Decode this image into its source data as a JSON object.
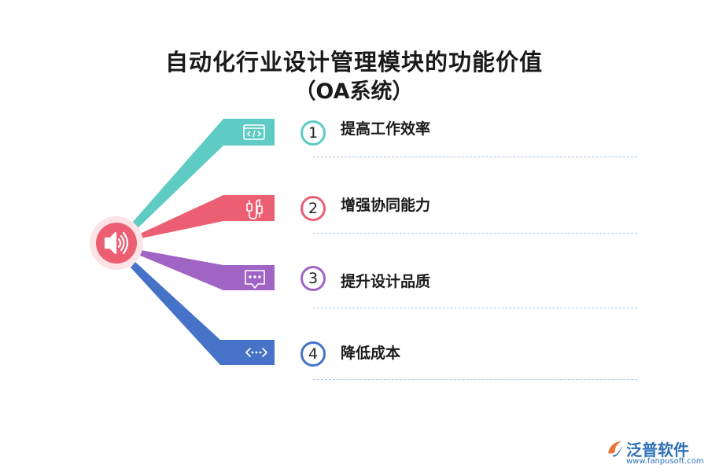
{
  "title": {
    "line1": "自动化行业设计管理模块的功能价值",
    "line2": "（OA系统）"
  },
  "hub": {
    "icon": "speaker-icon",
    "color": "#ec5f73",
    "ring": "#fbe3e6"
  },
  "items": [
    {
      "number": "1",
      "label": "提高工作效率",
      "icon": "code-window-icon",
      "color": "#5ecbc4"
    },
    {
      "number": "2",
      "label": "增强协同能力",
      "icon": "usb-cable-icon",
      "color": "#ec5f73"
    },
    {
      "number": "3",
      "label": "提升设计品质",
      "icon": "chat-bubble-icon",
      "color": "#a064c4"
    },
    {
      "number": "4",
      "label": "降低成本",
      "icon": "arrows-dots-icon",
      "color": "#4673c8"
    }
  ],
  "logo": {
    "name": "泛普软件",
    "url": "www.fanpusoft.com",
    "icon": "fanpu-logo-icon"
  }
}
